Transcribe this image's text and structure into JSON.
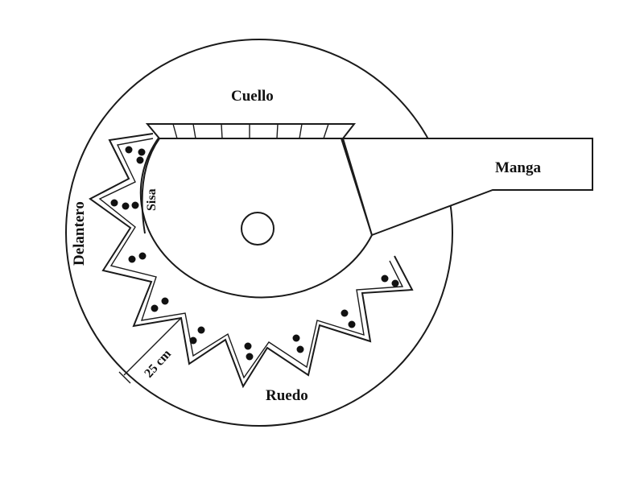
{
  "labels": {
    "neck": "Cuello",
    "sleeve": "Manga",
    "front": "Delantero",
    "armhole": "Sisa",
    "hem": "Ruedo",
    "hem_width": "25 cm"
  },
  "colors": {
    "ink": "#1a1a1a",
    "paper": "#ffffff"
  }
}
